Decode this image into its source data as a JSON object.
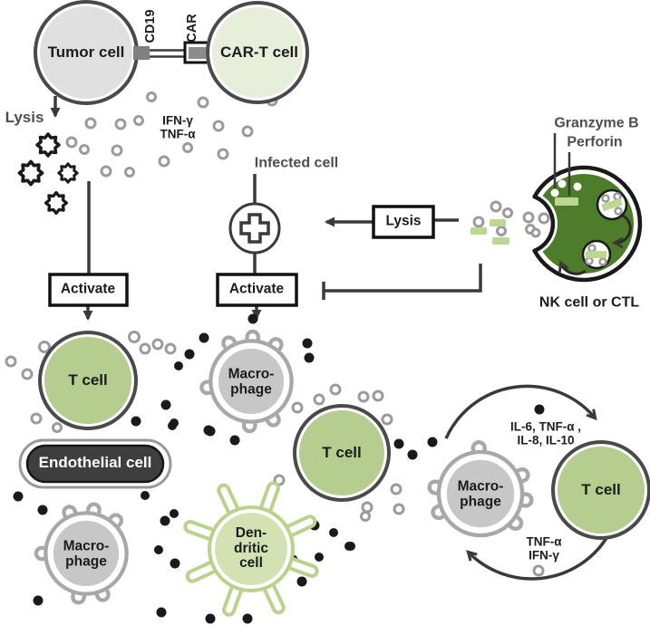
{
  "diagram": {
    "top": {
      "tumor_cell": "Tumor cell",
      "car_t_cell": "CAR-T cell",
      "cd19": "CD19",
      "car": "CAR",
      "lysis": "Lysis",
      "cytokine_line1": "IFN-γ",
      "cytokine_line2": "TNF-α",
      "infected_cell": "Infected cell"
    },
    "boxes": {
      "activate_left": "Activate",
      "activate_middle": "Activate",
      "lysis": "Lysis"
    },
    "nk": {
      "granzyme": "Granzyme B",
      "perforin": "Perforin",
      "caption": "NK cell or CTL"
    },
    "cells": {
      "t_cell": "T cell",
      "endothelial": "Endothelial cell",
      "macrophage_line1": "Macro-",
      "macrophage_line2": "phage",
      "dendritic_line1": "Den-",
      "dendritic_line2": "dritic",
      "dendritic_line3": "cell"
    },
    "cycle": {
      "top_line1": "IL-6, TNF-α ,",
      "top_line2": "IL-8, IL-10",
      "bottom_line1": "TNF-α",
      "bottom_line2": "IFN-γ"
    },
    "colors": {
      "green_cell": "#b5cd8e",
      "light_green_cell": "#e7efdb",
      "tumor_gray": "#e0e0e0",
      "nk_green": "#4d7c2a",
      "macrophage_gray": "#c7c7c7",
      "dendritic_green": "#d4e2b3",
      "endothelial_dark": "#3e3e3e",
      "perforin_bar": "#bcd792",
      "line": "#3a3a3a"
    }
  }
}
